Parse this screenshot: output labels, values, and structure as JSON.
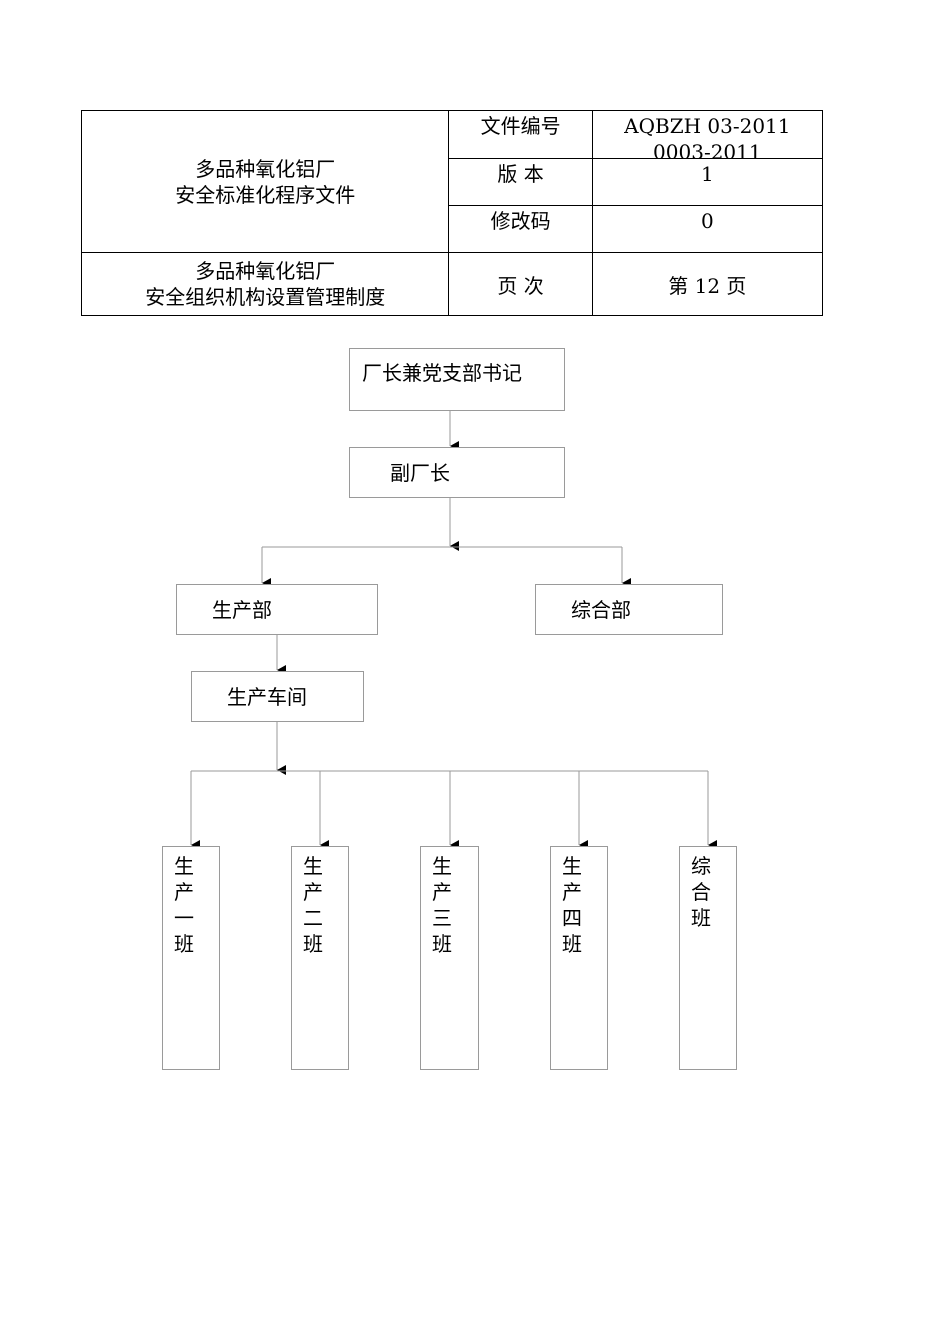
{
  "header_table": {
    "org_title_line1": "多品种氧化铝厂",
    "org_title_line2": "安全标准化程序文件",
    "doc_title_line1": "多品种氧化铝厂",
    "doc_title_line2": "安全组织机构设置管理制度",
    "file_no_label": "文件编号",
    "file_no_value_line1": "AQBZH 03-2011",
    "file_no_value_line2": "0003-2011",
    "version_label": "版  本",
    "version_value": "1",
    "revision_label": "修改码",
    "revision_value": "0",
    "page_label": "页  次",
    "page_value": "第 12 页"
  },
  "org_chart": {
    "director": "厂长兼党支部书记",
    "deputy": "副厂长",
    "production_dept": "生产部",
    "general_dept": "综合部",
    "workshop": "生产车间",
    "teams": [
      "生产一班",
      "生产二班",
      "生产三班",
      "生产四班",
      "综合班"
    ]
  }
}
